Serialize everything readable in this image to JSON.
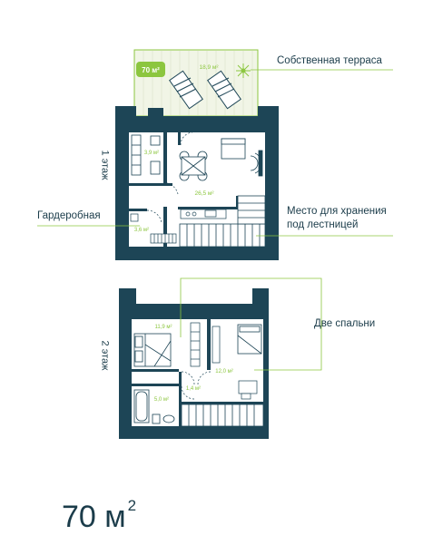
{
  "colors": {
    "wall": "#1d4556",
    "accent_green": "#8cc63f",
    "terrace_fill": "#f1f5e6",
    "line": "#2a6a7a",
    "text": "#1b3c4a",
    "badge_text": "#ffffff"
  },
  "terrace": {
    "badge": "70 м²",
    "area": "18,9 м²",
    "callout": "Собственная терраса"
  },
  "floor1": {
    "label": "1 этаж",
    "rooms": {
      "bath": "3,9 м²",
      "living": "26,5 м²",
      "wardrobe": "3,6 м²"
    },
    "callouts": {
      "wardrobe": "Гардеробная",
      "storage_line1": "Место для хранения",
      "storage_line2": "под лестницей"
    }
  },
  "floor2": {
    "label": "2 этаж",
    "rooms": {
      "bedroom1": "11,9 м²",
      "bedroom2": "12,0 м²",
      "hall": "1,4 м²",
      "bath": "5,0 м²"
    },
    "callouts": {
      "bedrooms": "Две спальни"
    }
  },
  "total": {
    "value": "70 м",
    "sup": "2"
  }
}
